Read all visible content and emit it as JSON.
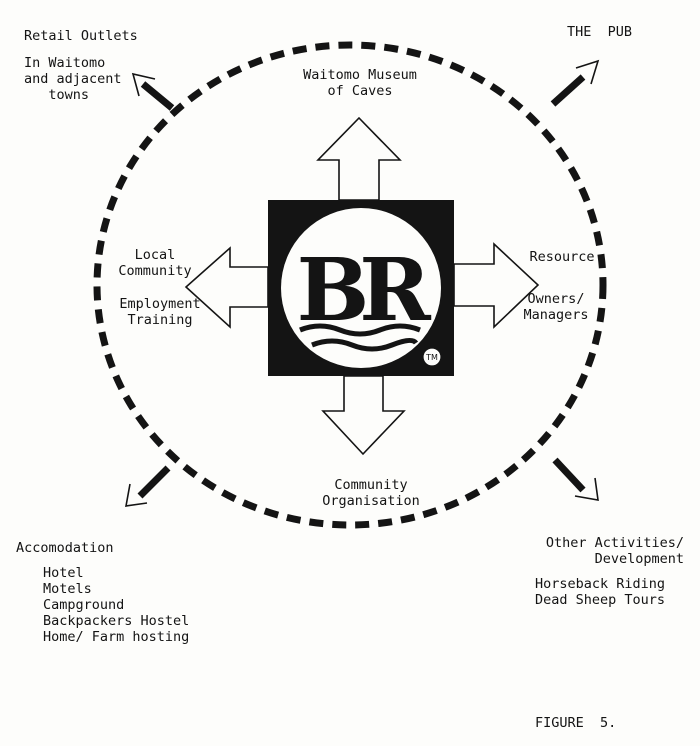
{
  "nodes": {
    "retail": {
      "heading": "Retail Outlets",
      "body": "In Waitomo\nand adjacent\n   towns"
    },
    "pub": {
      "heading": "THE  PUB"
    },
    "museum": {
      "text": "Waitomo Museum\nof Caves"
    },
    "local": {
      "text": "Local\nCommunity"
    },
    "employment": {
      "text": "Employment\nTraining"
    },
    "resource": {
      "text": "Resource"
    },
    "owners": {
      "text": "Owners/\nManagers"
    },
    "community_org": {
      "text": "Community\nOrganisation"
    },
    "accommodation": {
      "heading": "Accomodation",
      "items": [
        "Hotel",
        "Motels",
        "Campground",
        "Backpackers Hostel",
        "Home/ Farm hosting"
      ]
    },
    "other": {
      "heading": "Other Activities/\nDevelopment",
      "items": [
        "Horseback Riding",
        "Dead Sheep Tours"
      ]
    }
  },
  "logo": {
    "letters": [
      "B",
      "R"
    ],
    "mark": "TM"
  },
  "caption": "FIGURE  5.",
  "colors": {
    "ink": "#141414",
    "paper": "#fdfdfb"
  }
}
